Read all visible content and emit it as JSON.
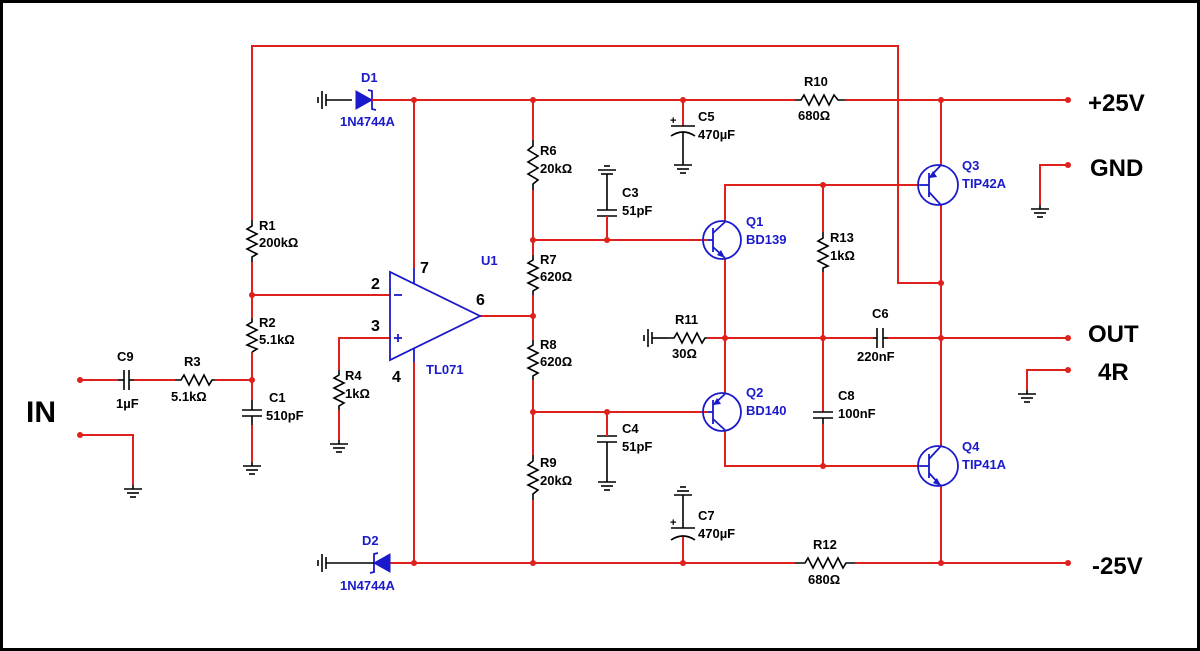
{
  "terminals": {
    "input": "IN",
    "vplus": "+25V",
    "gnd": "GND",
    "out": "OUT",
    "load": "4R",
    "vminus": "-25V"
  },
  "components": {
    "D1": {
      "ref": "D1",
      "value": "1N4744A"
    },
    "D2": {
      "ref": "D2",
      "value": "1N4744A"
    },
    "U1": {
      "ref": "U1",
      "value": "TL071",
      "pin_inv": "2",
      "pin_noninv": "3",
      "pin_out": "6",
      "pin_vpos": "7",
      "pin_vneg": "4"
    },
    "R1": {
      "ref": "R1",
      "value": "200kΩ"
    },
    "R2": {
      "ref": "R2",
      "value": "5.1kΩ"
    },
    "R3": {
      "ref": "R3",
      "value": "5.1kΩ"
    },
    "R4": {
      "ref": "R4",
      "value": "1kΩ"
    },
    "R6": {
      "ref": "R6",
      "value": "20kΩ"
    },
    "R7": {
      "ref": "R7",
      "value": "620Ω"
    },
    "R8": {
      "ref": "R8",
      "value": "620Ω"
    },
    "R9": {
      "ref": "R9",
      "value": "20kΩ"
    },
    "R10": {
      "ref": "R10",
      "value": "680Ω"
    },
    "R11": {
      "ref": "R11",
      "value": "30Ω"
    },
    "R12": {
      "ref": "R12",
      "value": "680Ω"
    },
    "R13": {
      "ref": "R13",
      "value": "1kΩ"
    },
    "C1": {
      "ref": "C1",
      "value": "510pF"
    },
    "C3": {
      "ref": "C3",
      "value": "51pF"
    },
    "C4": {
      "ref": "C4",
      "value": "51pF"
    },
    "C5": {
      "ref": "C5",
      "value": "470µF"
    },
    "C6": {
      "ref": "C6",
      "value": "220nF"
    },
    "C7": {
      "ref": "C7",
      "value": "470µF"
    },
    "C8": {
      "ref": "C8",
      "value": "100nF"
    },
    "C9": {
      "ref": "C9",
      "value": "1µF"
    },
    "Q1": {
      "ref": "Q1",
      "value": "BD139"
    },
    "Q2": {
      "ref": "Q2",
      "value": "BD140"
    },
    "Q3": {
      "ref": "Q3",
      "value": "TIP42A"
    },
    "Q4": {
      "ref": "Q4",
      "value": "TIP41A"
    }
  },
  "icons": {
    "ground": "ground-icon",
    "resistor": "resistor-icon",
    "capacitor": "capacitor-icon",
    "zener": "zener-diode-icon",
    "transistor": "transistor-icon",
    "opamp": "opamp-icon"
  },
  "colors": {
    "wire": "#e0201c",
    "part_label": "#1a1acc",
    "text": "#000000",
    "background": "#ffffff"
  }
}
